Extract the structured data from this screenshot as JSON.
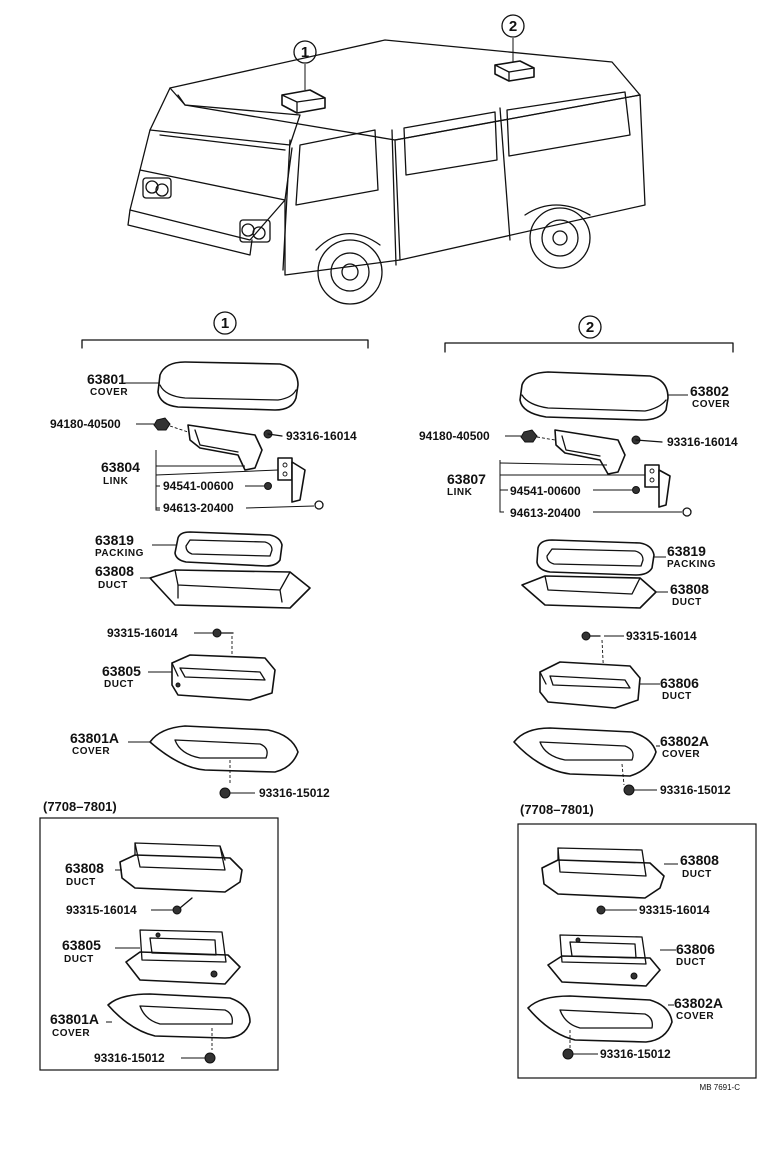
{
  "callouts": {
    "one": "1",
    "two": "2"
  },
  "left": {
    "cover_top": {
      "num": "63801",
      "name": "COVER"
    },
    "nut": "94180-40500",
    "screw_top": "93316-16014",
    "link": {
      "num": "63804",
      "name": "LINK"
    },
    "washer": "94541-00600",
    "ring": "94613-20400",
    "packing": {
      "num": "63819",
      "name": "PACKING"
    },
    "duct_upper": {
      "num": "63808",
      "name": "DUCT"
    },
    "screw_mid": "93315-16014",
    "duct_lower": {
      "num": "63805",
      "name": "DUCT"
    },
    "cover_bottom": {
      "num": "63801A",
      "name": "COVER"
    },
    "screw_bottom": "93316-15012",
    "box": {
      "title": "(7708–7801)",
      "duct_upper": {
        "num": "63808",
        "name": "DUCT"
      },
      "screw_mid": "93315-16014",
      "duct_lower": {
        "num": "63805",
        "name": "DUCT"
      },
      "cover": {
        "num": "63801A",
        "name": "COVER"
      },
      "screw_bottom": "93316-15012"
    }
  },
  "right": {
    "cover_top": {
      "num": "63802",
      "name": "COVER"
    },
    "nut": "94180-40500",
    "screw_top": "93316-16014",
    "link": {
      "num": "63807",
      "name": "LINK"
    },
    "washer": "94541-00600",
    "ring": "94613-20400",
    "packing": {
      "num": "63819",
      "name": "PACKING"
    },
    "duct_upper": {
      "num": "63808",
      "name": "DUCT"
    },
    "screw_mid": "93315-16014",
    "duct_lower": {
      "num": "63806",
      "name": "DUCT"
    },
    "cover_bottom": {
      "num": "63802A",
      "name": "COVER"
    },
    "screw_bottom": "93316-15012",
    "box": {
      "title": "(7708–7801)",
      "duct_upper": {
        "num": "63808",
        "name": "DUCT"
      },
      "screw_mid": "93315-16014",
      "duct_lower": {
        "num": "63806",
        "name": "DUCT"
      },
      "cover": {
        "num": "63802A",
        "name": "COVER"
      },
      "screw_bottom": "93316-15012"
    }
  },
  "drawing_code": "MB 7691-C"
}
